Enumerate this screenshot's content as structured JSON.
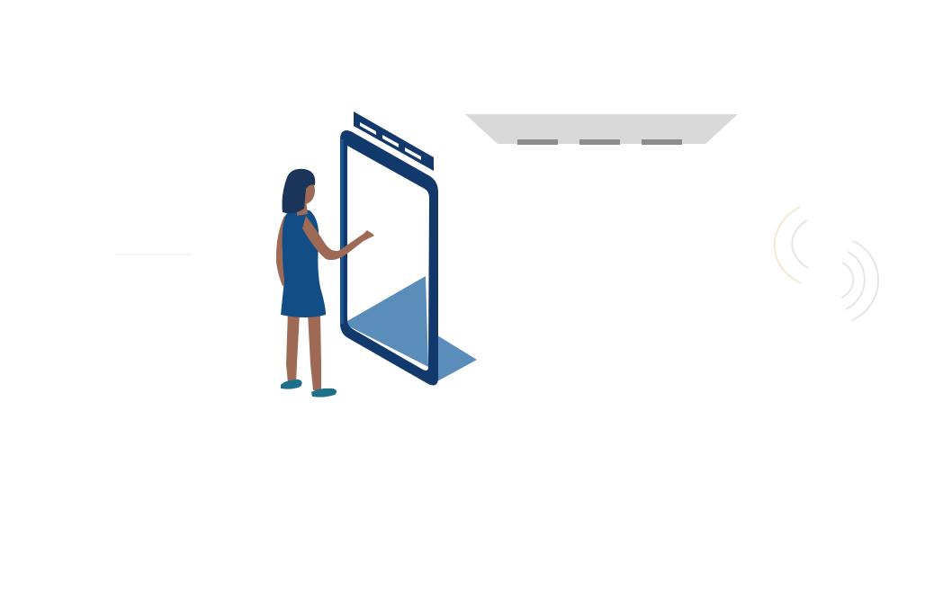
{
  "scene": {
    "description_free": true,
    "elements": {
      "person": "person-figure",
      "door": "automatic-door-frame",
      "sensor": "ceiling-sensor",
      "signal": "wireless-signal-icon"
    }
  },
  "colors": {
    "background": "#ffffff",
    "door_frame": "#12396b",
    "door_frame_highlight": "#1f5a96",
    "door_floor_shadow": "#5a8dba",
    "person_dress": "#124d86",
    "person_hair": "#1a3559",
    "person_skin": "#9e6a55",
    "person_shoes": "#1e6f8a",
    "ceiling_panel": "#d9d9d9",
    "ceiling_slot": "#8c8c8c",
    "signal_left": "#f3ead2",
    "signal_right": "#e6e6e6",
    "floor_line": "#eeeeee"
  }
}
